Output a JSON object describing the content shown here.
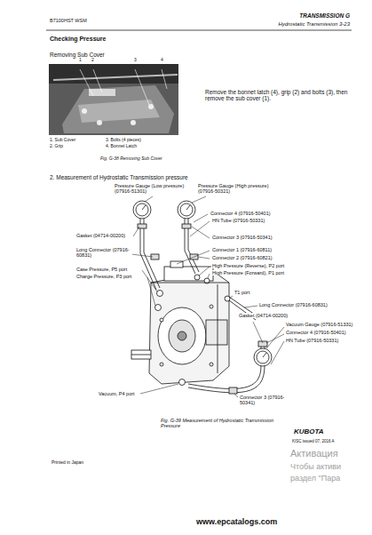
{
  "diagram": {
    "title": "Checking Pressure",
    "labels": [
      "B7100HST WSM",
      "TRANSMISSION G",
      "Hydrostatic Transmission 3-23",
      "Removing Sub Cover",
      "1",
      "2",
      "3",
      "4",
      "1. Sub Cover",
      "2. Grip",
      "3. Bolts (4 pieces)",
      "4. Bonnet Latch",
      "Fig. G-38 Removing Sub Cover",
      "Remove the bonnet latch (4), grip (2) and bolts (3), then remove the sub cover (1).",
      "2. Measurement of Hydrostatic Transmission pressure",
      "Pressure Gauge (Low pressure) (07916-51301)",
      "Pressure Gauge (High pressure) (07916-50321)",
      "Connector 4 (07916-50401)",
      "HN Tube (07916-50331)",
      "Gasket (04714-00200)",
      "Connector 3 (07916-50341)",
      "Long Connector (07916-60831)",
      "Connector 1 (07916-60811)",
      "Connector 2 (07916-60821)",
      "Case Pressure, P5 port",
      "High Pressure (Reverse), P2 port",
      "Charge Pressure, P3 port",
      "High Pressure (Forward), P1 port",
      "T1 port",
      "Long Connector (07916-60831)",
      "Gasket (04714-00200)",
      "Vacuum Gauge (07916-51331)",
      "Connector 4 (07916-50401)",
      "HN Tube (07916-50331)",
      "Vacuum, P4 port",
      "Connector 3 (07916-50341)",
      "Fig. G-39 Measurement of Hydrostatic Transmission Pressure",
      "Printed in Japan",
      "KUBOTA",
      "KISC issued 07, 2016 A",
      "Активация",
      "Чтобы активи",
      "раздел \"Пара",
      "www.epcatalogs.com"
    ]
  }
}
